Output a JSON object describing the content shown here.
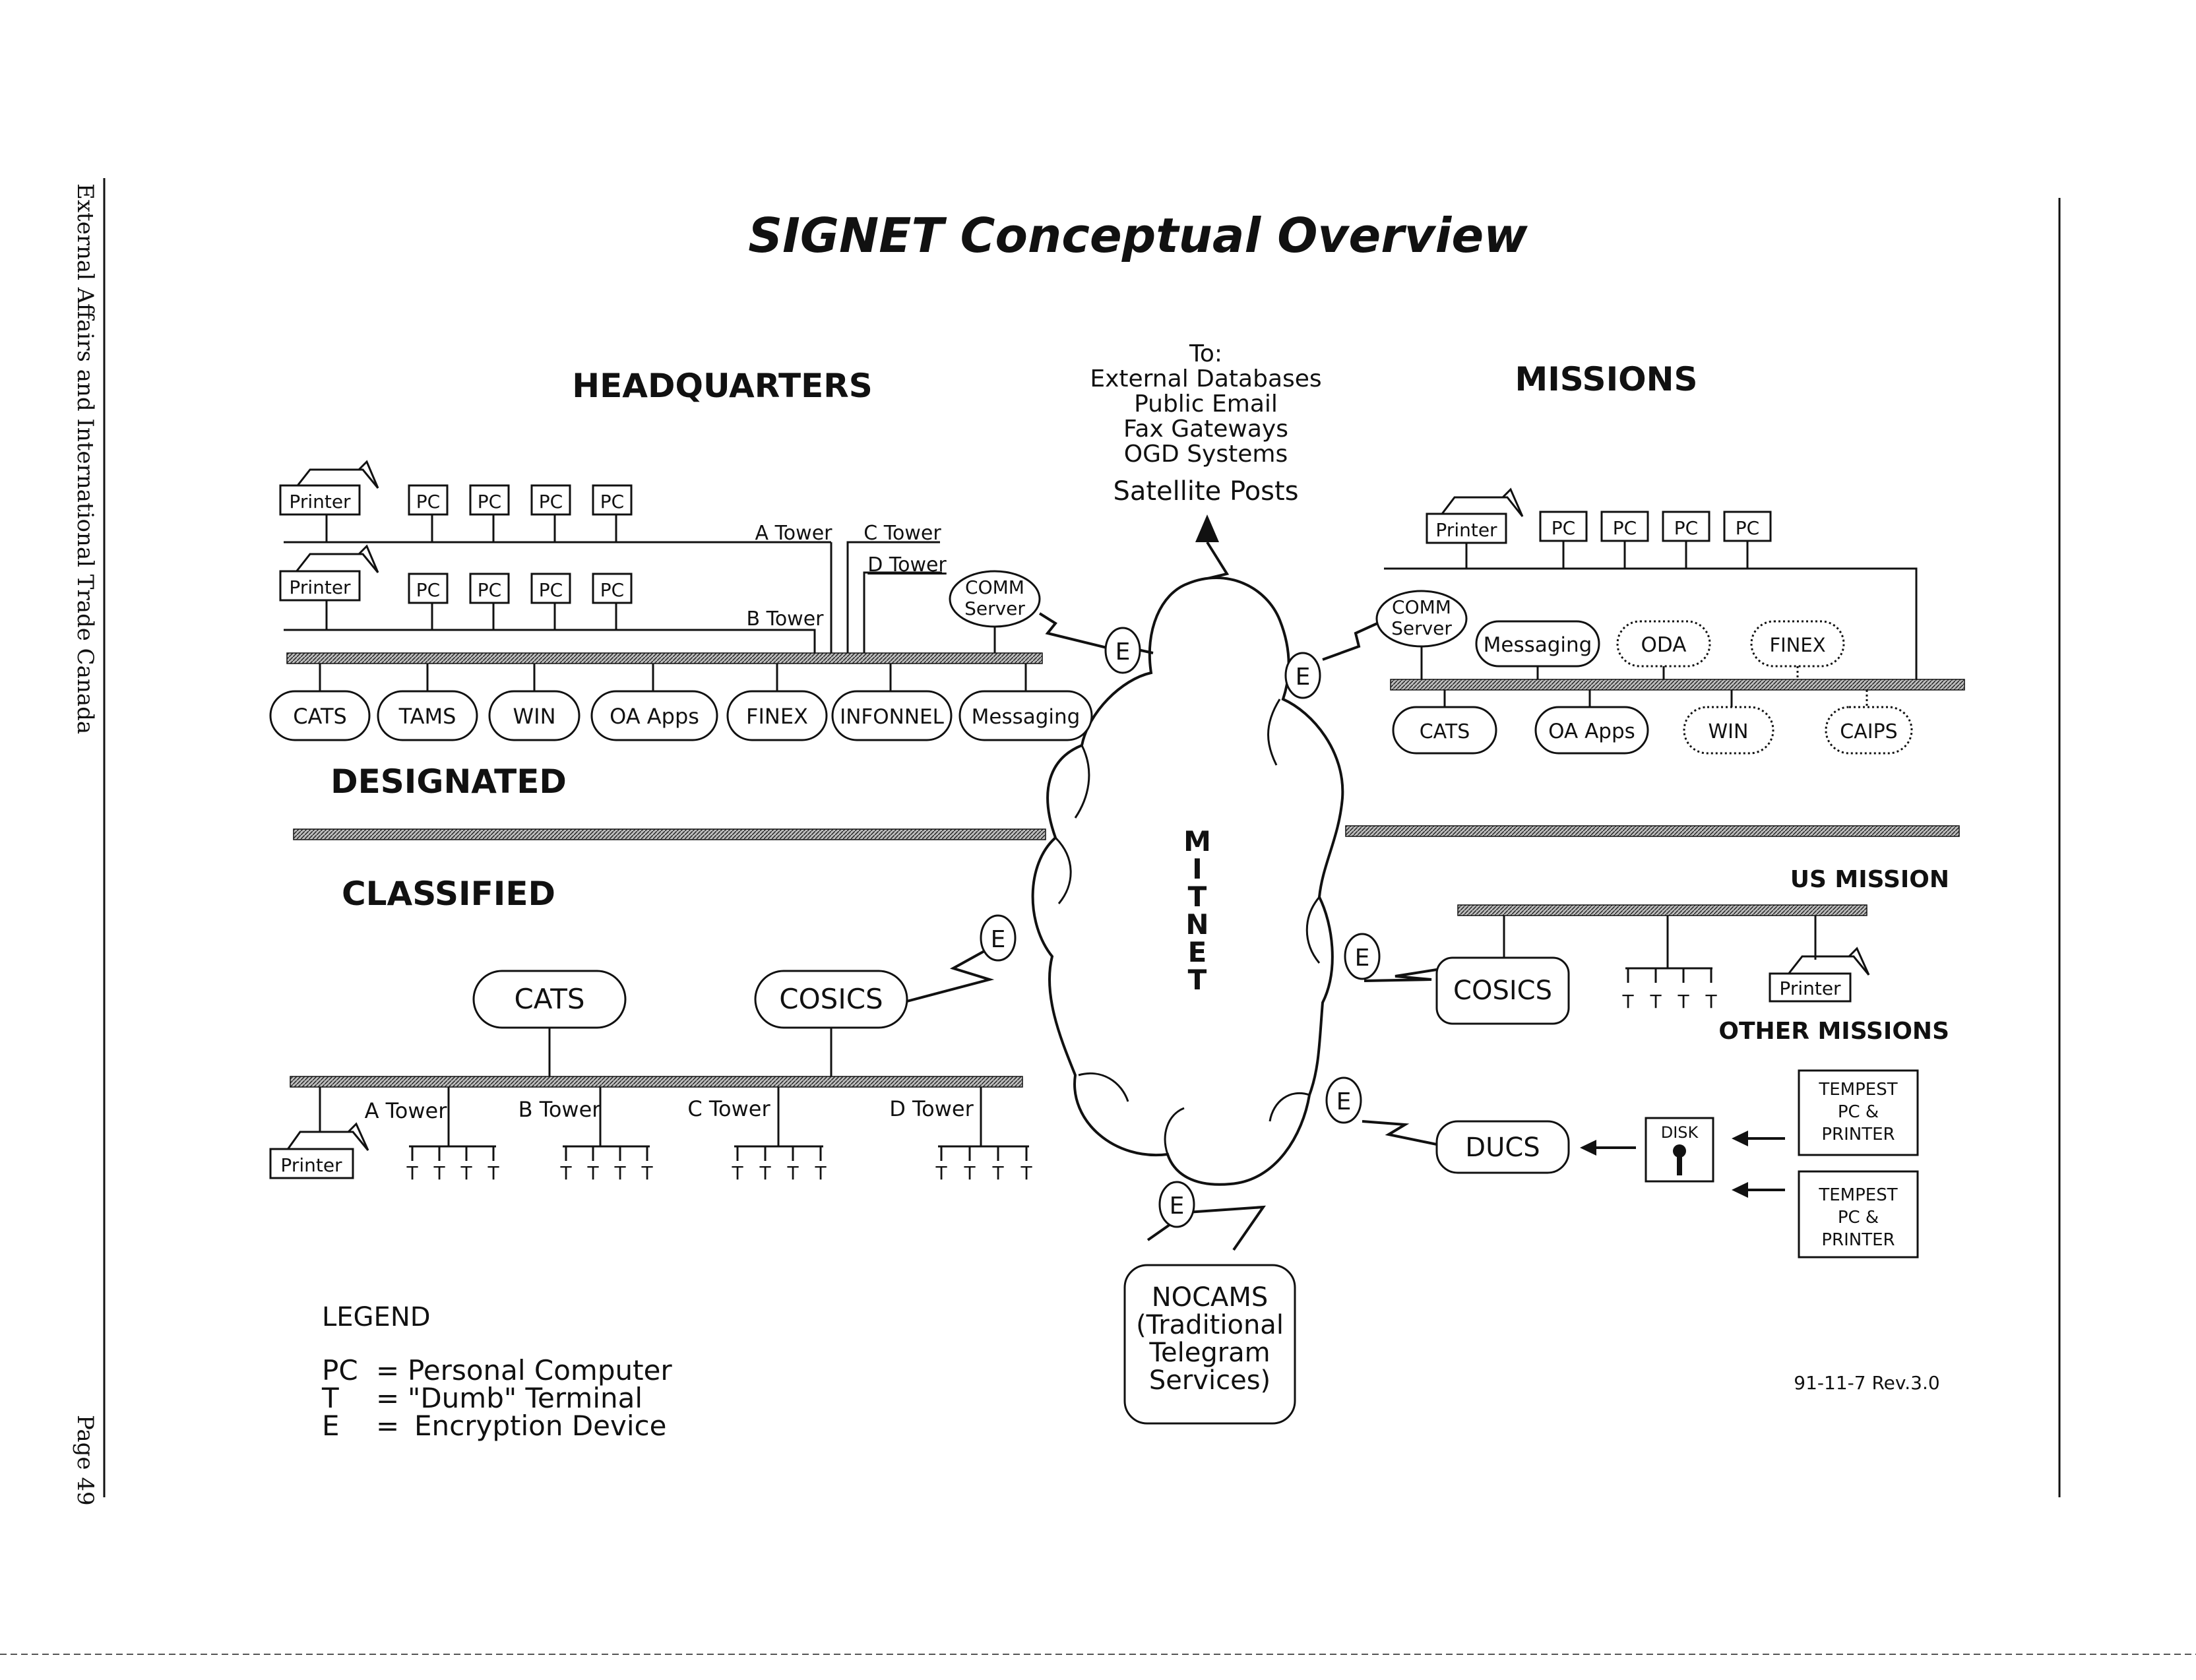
{
  "page": {
    "side_text": "External Affairs and International Trade Canada",
    "page_number": "Page 49",
    "title": "SIGNET Conceptual Overview",
    "revision": "91-11-7 Rev.3.0"
  },
  "sections": {
    "headquarters": "HEADQUARTERS",
    "missions": "MISSIONS",
    "designated": "DESIGNATED",
    "classified": "CLASSIFIED",
    "us_mission": "US MISSION",
    "other_missions": "OTHER MISSIONS"
  },
  "external": {
    "to": "To:",
    "items": [
      "External Databases",
      "Public Email",
      "Fax Gateways",
      "OGD Systems"
    ],
    "satellite": "Satellite Posts"
  },
  "cloud": {
    "letters": [
      "M",
      "I",
      "T",
      "N",
      "E",
      "T"
    ]
  },
  "hq": {
    "printer": "Printer",
    "pc": "PC",
    "towers": {
      "a": "A Tower",
      "b": "B Tower",
      "c": "C Tower",
      "d": "D Tower"
    },
    "comm_server": [
      "COMM",
      "Server"
    ],
    "apps": [
      "CATS",
      "TAMS",
      "WIN",
      "OA Apps",
      "FINEX",
      "INFONNEL",
      "Messaging"
    ]
  },
  "missions": {
    "printer": "Printer",
    "pc": "PC",
    "comm_server": [
      "COMM",
      "Server"
    ],
    "top_apps": [
      "Messaging",
      "ODA",
      "FINEX"
    ],
    "bottom_apps": [
      "CATS",
      "OA Apps",
      "WIN",
      "CAIPS"
    ]
  },
  "classified": {
    "cats": "CATS",
    "cosics": "COSICS",
    "printer": "Printer",
    "towers": [
      "A Tower",
      "B Tower",
      "C Tower",
      "D Tower"
    ],
    "terminal": "T"
  },
  "right": {
    "cosics": "COSICS",
    "printer": "Printer",
    "ducs": "DUCS",
    "disk": "DISK",
    "tempest": [
      "TEMPEST",
      "PC &",
      "PRINTER"
    ],
    "terminal": "T"
  },
  "nocams": [
    "NOCAMS",
    "(Traditional",
    "Telegram",
    "Services)"
  ],
  "encryption": "E",
  "legend": {
    "title": "LEGEND",
    "rows": [
      {
        "key": "PC",
        "eq": "=",
        "value": "Personal Computer"
      },
      {
        "key": "T",
        "eq": "=",
        "value": "\"Dumb\" Terminal"
      },
      {
        "key": "E",
        "eq": "=",
        "value": "Encryption Device"
      }
    ]
  }
}
